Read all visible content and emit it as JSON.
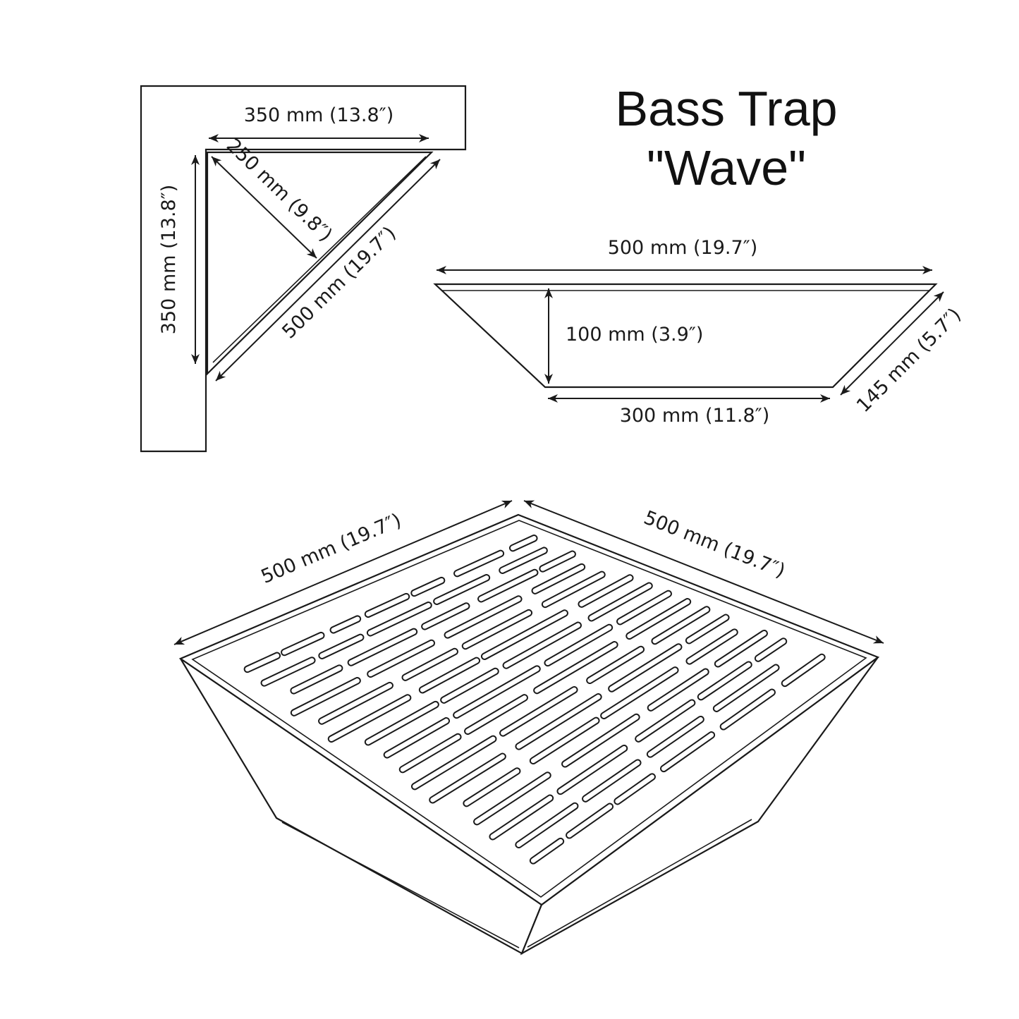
{
  "title": {
    "line1": "Bass Trap",
    "line2": "\"Wave\""
  },
  "corner_view": {
    "width_label": "350 mm (13.8″)",
    "height_label": "350 mm (13.8″)",
    "depth_label": "250 mm (9.8″)",
    "face_label": "500 mm (19.7″)"
  },
  "section_view": {
    "top_width_label": "500 mm (19.7″)",
    "thickness_label": "100 mm (3.9″)",
    "bottom_width_label": "300 mm (11.8″)",
    "side_label": "145 mm (5.7″)"
  },
  "perspective_view": {
    "left_edge_label": "500 mm (19.7″)",
    "right_edge_label": "500 mm (19.7″)"
  }
}
